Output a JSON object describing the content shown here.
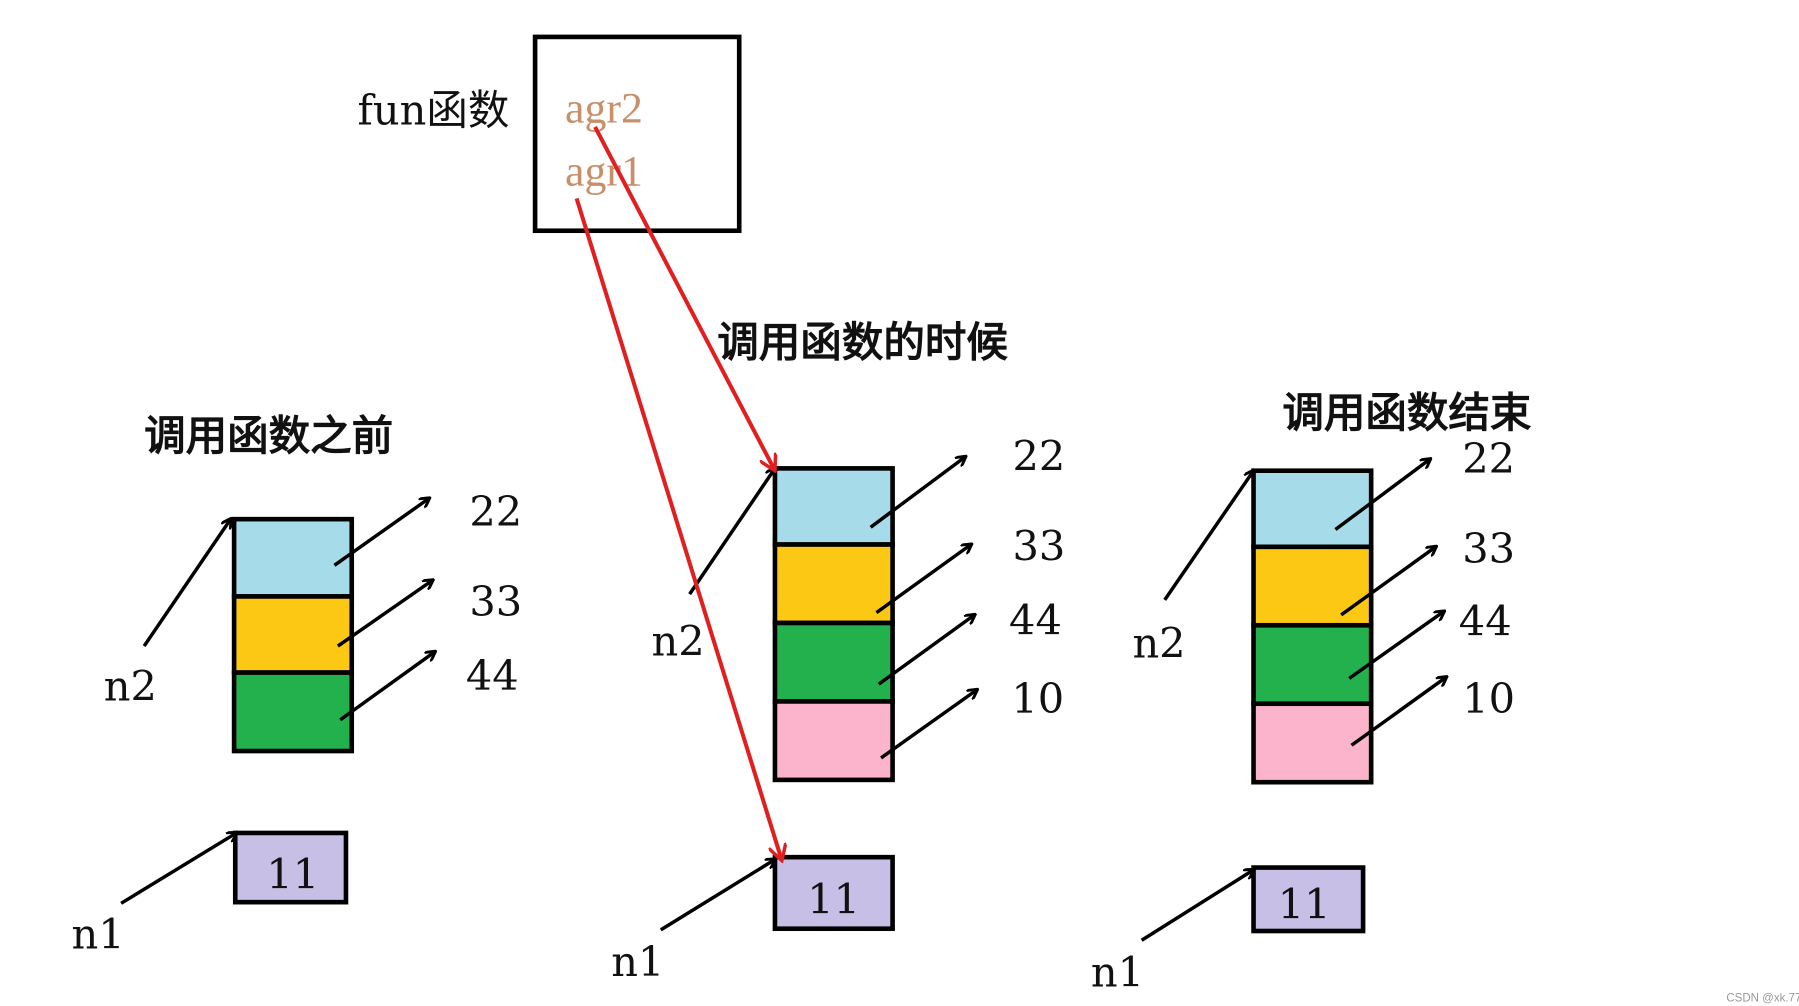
{
  "fun_box": {
    "label": "fun函数",
    "args": [
      "agr2",
      "agr1"
    ]
  },
  "panels": [
    {
      "title": "调用函数之前",
      "values": [
        "22",
        "33",
        "44"
      ],
      "n1_value": "11",
      "n2_label": "n2",
      "n1_label": "n1"
    },
    {
      "title": "调用函数的时候",
      "values": [
        "22",
        "33",
        "44",
        "10"
      ],
      "n1_value": "11",
      "n2_label": "n2",
      "n1_label": "n1"
    },
    {
      "title": "调用函数结束",
      "values": [
        "22",
        "33",
        "44",
        "10"
      ],
      "n1_value": "11",
      "n2_label": "n2",
      "n1_label": "n1"
    }
  ],
  "watermark": "CSDN @xk.77",
  "colors": {
    "cell1": "#a6dbe9",
    "cell2": "#fcc814",
    "cell3": "#22b14c",
    "cell4": "#fbb4cc",
    "scalar": "#c8bfe7",
    "arrow_red": "#e02020",
    "arg_text": "#c8906a"
  }
}
